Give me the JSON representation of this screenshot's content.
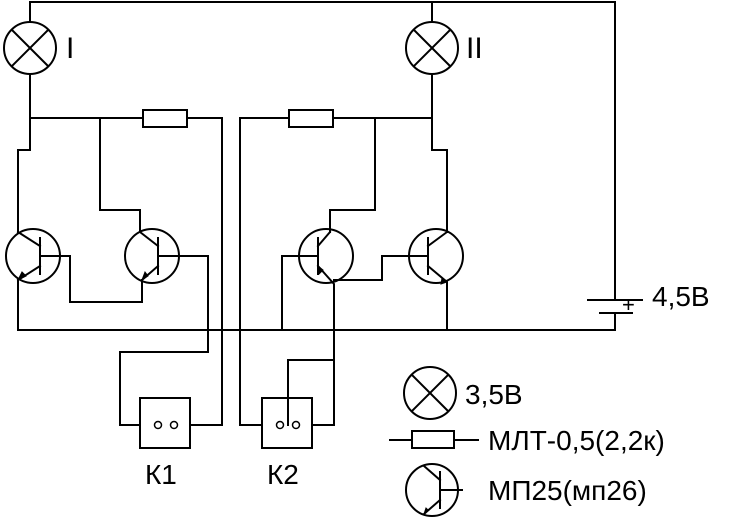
{
  "lamps": [
    {
      "id": "lamp-1",
      "label": "I"
    },
    {
      "id": "lamp-2",
      "label": "II"
    }
  ],
  "battery": {
    "voltage": "4,5В",
    "plus": "+"
  },
  "contacts": [
    {
      "id": "contact-k1",
      "label": "К1"
    },
    {
      "id": "contact-k2",
      "label": "К2"
    }
  ],
  "legend": {
    "lamp": "3,5В",
    "resistor": "МЛТ-0,5(2,2к)",
    "transistor": "МП25(мп26)"
  }
}
